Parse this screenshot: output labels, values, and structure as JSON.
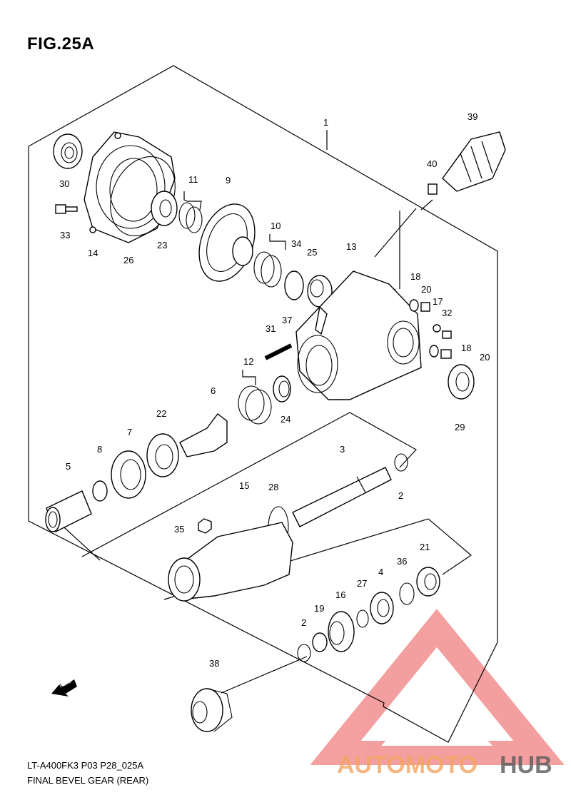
{
  "figure": {
    "title": "FIG.25A",
    "model_code": "LT-A400FK3 P03 P28_025A",
    "name": "FINAL BEVEL GEAR (REAR)",
    "fwd_label": "FWD"
  },
  "callouts": [
    {
      "id": "1",
      "label": "1"
    },
    {
      "id": "2a",
      "label": "2"
    },
    {
      "id": "2b",
      "label": "2"
    },
    {
      "id": "3",
      "label": "3"
    },
    {
      "id": "4",
      "label": "4"
    },
    {
      "id": "5",
      "label": "5"
    },
    {
      "id": "6",
      "label": "6"
    },
    {
      "id": "7",
      "label": "7"
    },
    {
      "id": "8",
      "label": "8"
    },
    {
      "id": "9",
      "label": "9"
    },
    {
      "id": "10",
      "label": "10"
    },
    {
      "id": "11",
      "label": "11"
    },
    {
      "id": "12",
      "label": "12"
    },
    {
      "id": "13",
      "label": "13"
    },
    {
      "id": "14",
      "label": "14"
    },
    {
      "id": "15",
      "label": "15"
    },
    {
      "id": "16",
      "label": "16"
    },
    {
      "id": "17",
      "label": "17"
    },
    {
      "id": "18a",
      "label": "18"
    },
    {
      "id": "18b",
      "label": "18"
    },
    {
      "id": "19",
      "label": "19"
    },
    {
      "id": "20a",
      "label": "20"
    },
    {
      "id": "20b",
      "label": "20"
    },
    {
      "id": "21",
      "label": "21"
    },
    {
      "id": "22",
      "label": "22"
    },
    {
      "id": "23",
      "label": "23"
    },
    {
      "id": "24",
      "label": "24"
    },
    {
      "id": "25",
      "label": "25"
    },
    {
      "id": "26",
      "label": "26"
    },
    {
      "id": "27",
      "label": "27"
    },
    {
      "id": "28",
      "label": "28"
    },
    {
      "id": "29",
      "label": "29"
    },
    {
      "id": "30",
      "label": "30"
    },
    {
      "id": "31",
      "label": "31"
    },
    {
      "id": "32",
      "label": "32"
    },
    {
      "id": "33",
      "label": "33"
    },
    {
      "id": "34",
      "label": "34"
    },
    {
      "id": "35",
      "label": "35"
    },
    {
      "id": "36",
      "label": "36"
    },
    {
      "id": "37",
      "label": "37"
    },
    {
      "id": "38",
      "label": "38"
    },
    {
      "id": "39",
      "label": "39"
    },
    {
      "id": "40",
      "label": "40"
    }
  ],
  "watermark": {
    "brand_part1": "AUTOMOTO",
    "brand_part2": "HUB",
    "color_primary": "#f08080",
    "color_accent": "#f4a460",
    "color_dark": "#5a5a5a"
  }
}
